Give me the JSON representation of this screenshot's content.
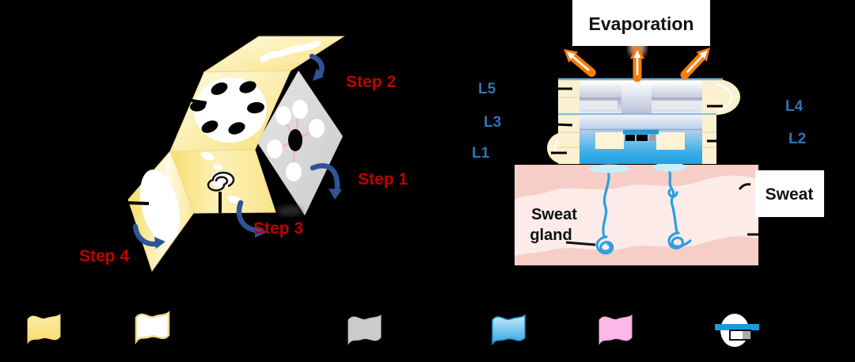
{
  "assembly": {
    "steps": [
      {
        "label": "Step 1"
      },
      {
        "label": "Step 2"
      },
      {
        "label": "Step 3"
      },
      {
        "label": "Step 4"
      }
    ]
  },
  "device": {
    "evaporation_label": "Evaporation",
    "layers": {
      "l1": "L1",
      "l2": "L2",
      "l3": "L3",
      "l4": "L4",
      "l5": "L5"
    },
    "sweat_gland": {
      "line1": "Sweat",
      "line2": "gland"
    },
    "sweat_label": "Sweat"
  },
  "legend": {
    "items": [
      {
        "name": "yellow-layer-swatch"
      },
      {
        "name": "white-layer-swatch"
      },
      {
        "name": "gray-layer-swatch"
      },
      {
        "name": "blue-hydrogel-swatch"
      },
      {
        "name": "pink-layer-swatch"
      },
      {
        "name": "sensor-chip-swatch"
      }
    ]
  },
  "colors": {
    "background": "#000000",
    "step_label": "#C00000",
    "layer_label": "#2E74B5",
    "fold_arrow": "#2F5496",
    "evaporation_arrow": "#F97B0C",
    "paper_yellow": "#F9E386",
    "paper_cream": "#FBF1D0",
    "paper_gray": "#D6D6D6",
    "hydrogel_blue": "#29A8E2",
    "skin_pink": "#FCEBE8",
    "skin_band_pink": "#F6CDC7",
    "legend_pink": "#FBB9E7",
    "text_black": "#111111"
  }
}
